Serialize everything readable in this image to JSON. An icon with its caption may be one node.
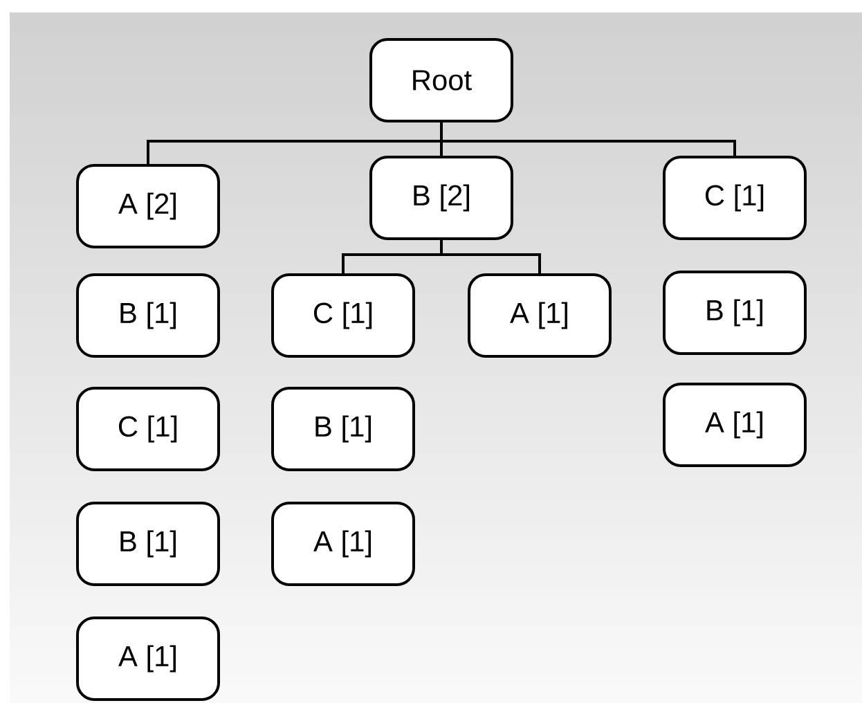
{
  "diagram": {
    "nodes": [
      {
        "text": [
          "Root"
        ]
      },
      {
        "text": [
          "A [2]"
        ]
      },
      {
        "text": [
          "B [2]"
        ]
      },
      {
        "text": [
          "C [1]"
        ]
      },
      {
        "text": [
          "B [1]"
        ]
      },
      {
        "text": [
          "C [1]"
        ]
      },
      {
        "text": [
          "A [1]"
        ]
      },
      {
        "text": [
          "B [1]"
        ]
      },
      {
        "text": [
          "C [1]"
        ]
      },
      {
        "text": [
          "B [1]"
        ]
      },
      {
        "text": [
          "A [1]"
        ]
      },
      {
        "text": [
          "B [1]"
        ]
      },
      {
        "text": [
          "A [1]"
        ]
      },
      {
        "text": [
          "A [1]"
        ]
      }
    ],
    "edges": [
      {
        "from": 0,
        "to": 1,
        "arrow": "none"
      },
      {
        "from": 0,
        "to": 2,
        "arrow": "none"
      },
      {
        "from": 0,
        "to": 3,
        "arrow": "none"
      },
      {
        "from": 2,
        "to": 5,
        "arrow": "none"
      },
      {
        "from": 2,
        "to": 6,
        "arrow": "none"
      }
    ]
  }
}
